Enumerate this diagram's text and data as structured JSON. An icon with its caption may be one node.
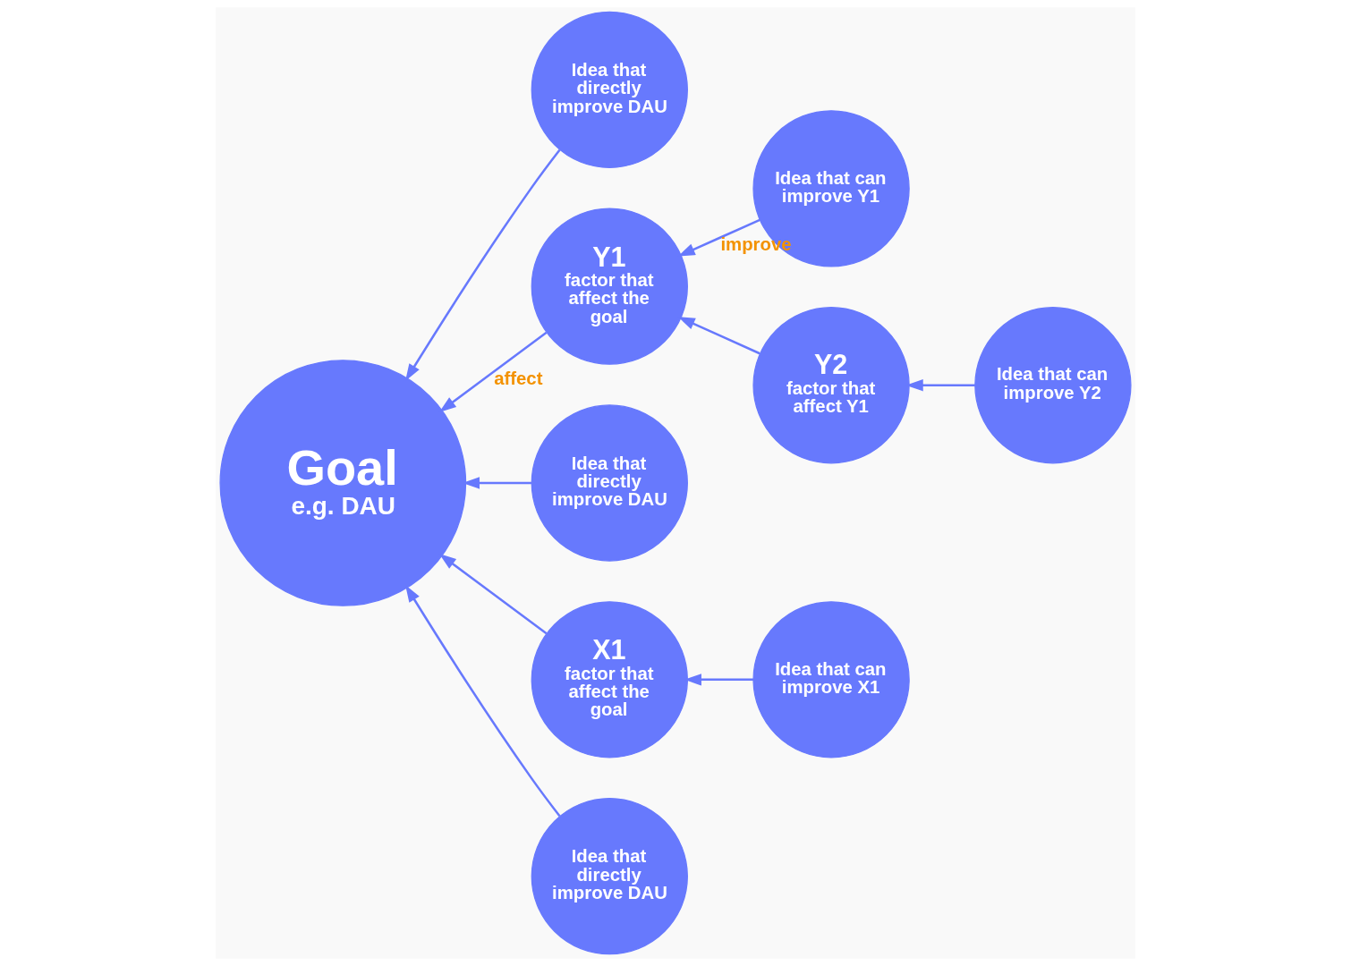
{
  "diagram": {
    "nodes": [
      {
        "text": [
          "Goal",
          "e.g. DAU"
        ]
      },
      {
        "text": [
          "Idea that directly improve DAU"
        ]
      },
      {
        "text": [
          "Y1",
          "factor that affect the goal"
        ]
      },
      {
        "text": [
          "Idea that can improve Y1"
        ]
      },
      {
        "text": [
          "Y2",
          "factor that affect Y1"
        ]
      },
      {
        "text": [
          "Idea that can improve Y2"
        ]
      },
      {
        "text": [
          "Idea that directly improve DAU"
        ]
      },
      {
        "text": [
          "X1",
          "factor that affect the goal"
        ]
      },
      {
        "text": [
          "Idea that can improve X1"
        ]
      },
      {
        "text": [
          "Idea that directly improve DAU"
        ]
      }
    ],
    "edges": [
      {
        "from": 1,
        "to": 0,
        "arrow": "to"
      },
      {
        "from": 2,
        "to": 0,
        "arrow": "to",
        "label": "affect"
      },
      {
        "from": 3,
        "to": 2,
        "arrow": "to",
        "label": "improve"
      },
      {
        "from": 4,
        "to": 2,
        "arrow": "to"
      },
      {
        "from": 5,
        "to": 4,
        "arrow": "to"
      },
      {
        "from": 6,
        "to": 0,
        "arrow": "to"
      },
      {
        "from": 7,
        "to": 0,
        "arrow": "to"
      },
      {
        "from": 8,
        "to": 7,
        "arrow": "to"
      },
      {
        "from": 9,
        "to": 0,
        "arrow": "to"
      }
    ]
  }
}
